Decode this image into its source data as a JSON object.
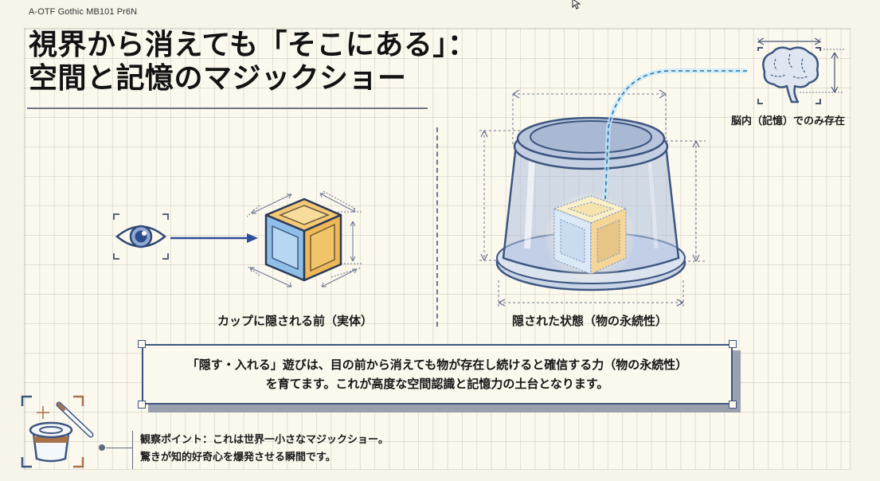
{
  "font_label": "A-OTF Gothic MB101 Pr6N",
  "title": {
    "line1": "視界から消えても「そこにある」：",
    "line2": "空間と記憶のマジックショー"
  },
  "left_panel": {
    "caption": "カップに隠される前（実体）",
    "icons": [
      "eye-icon",
      "arrow-right-icon",
      "cube-icon"
    ]
  },
  "right_panel": {
    "caption": "隠された状態（物の永続性）",
    "icons": [
      "transparent-cup-icon",
      "faded-cube-icon",
      "memory-link-dashed-line"
    ]
  },
  "brain": {
    "caption": "脳内（記憶）でのみ存在",
    "icon": "brain-icon"
  },
  "info_box": {
    "line1": "「隠す・入れる」遊びは、目の前から消えても物が存在し続けると確信する力（物の永続性）",
    "line2": "を育てます。これが高度な空間認識と記憶力の土台となります。"
  },
  "note": {
    "icon": "magic-hat-icon",
    "line1": "観察ポイント：これは世界一小さなマジックショー。",
    "line2": "驚きが知的好奇心を爆発させる瞬間です。"
  },
  "colors": {
    "background": "#f7f4ea",
    "grid_paper": "#fbf8ee",
    "navy": "#3d5680",
    "cube_blue": "#8fbfe8",
    "cube_gold": "#f0c064",
    "glow_cyan": "#7fd4f5",
    "hat_brown": "#a8714a"
  }
}
